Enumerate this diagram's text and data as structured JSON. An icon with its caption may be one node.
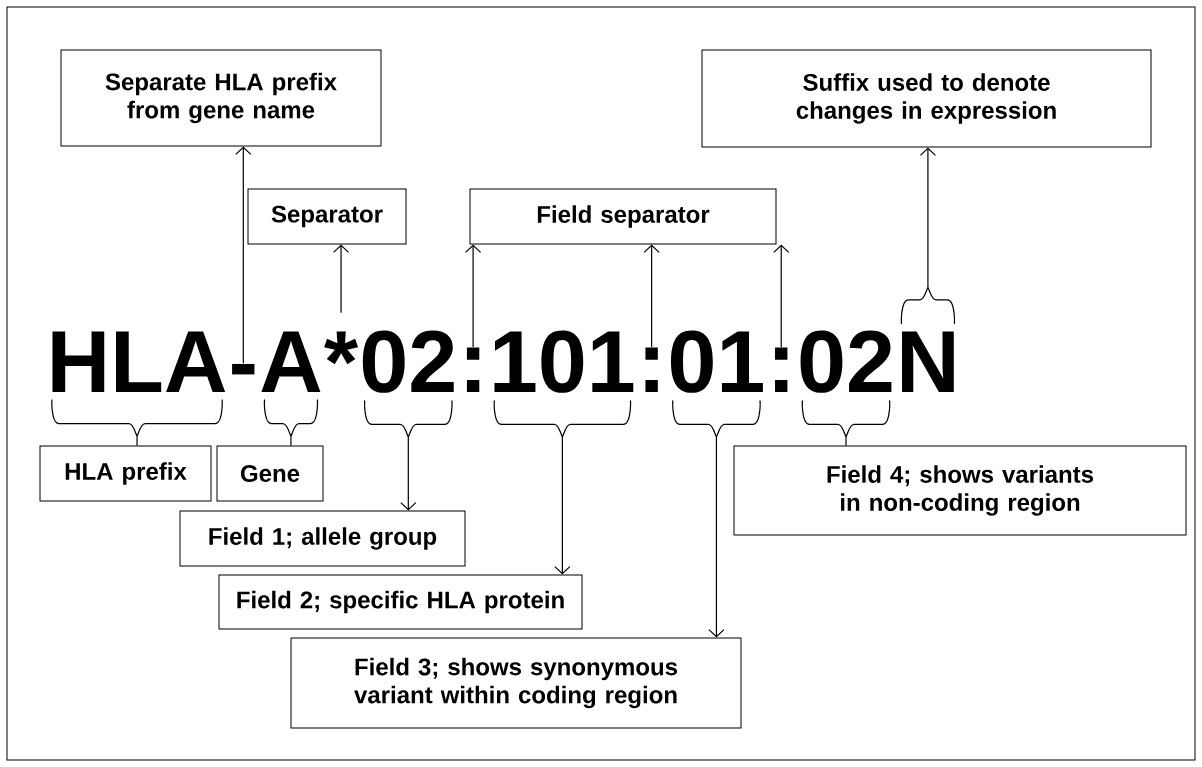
{
  "diagram": {
    "nodes": [
      {
        "text": [
          "Separate HLA prefix from gene name"
        ]
      },
      {
        "text": [
          "Suffix used to denote changes in expression"
        ]
      },
      {
        "text": [
          "Separator"
        ]
      },
      {
        "text": [
          "Field separator"
        ]
      },
      {
        "text": [
          "HLA"
        ]
      },
      {
        "text": [
          "-"
        ]
      },
      {
        "text": [
          "A"
        ]
      },
      {
        "text": [
          "*"
        ]
      },
      {
        "text": [
          "02"
        ]
      },
      {
        "text": [
          ":"
        ]
      },
      {
        "text": [
          "101"
        ]
      },
      {
        "text": [
          ":"
        ]
      },
      {
        "text": [
          "01"
        ]
      },
      {
        "text": [
          ":"
        ]
      },
      {
        "text": [
          "02"
        ]
      },
      {
        "text": [
          "N"
        ]
      },
      {
        "text": [
          "HLA prefix"
        ]
      },
      {
        "text": [
          "Gene"
        ]
      },
      {
        "text": [
          "Field 4; shows variants in non-coding region"
        ]
      },
      {
        "text": [
          "Field 1; allele group"
        ]
      },
      {
        "text": [
          "Field 2; specific HLA protein"
        ]
      },
      {
        "text": [
          "Field 3; shows synonymous variant within coding region"
        ]
      }
    ],
    "edges": [
      {
        "from": 5,
        "to": 0,
        "arrow": "to"
      },
      {
        "from": 7,
        "to": 2,
        "arrow": "to"
      },
      {
        "from": 9,
        "to": 3,
        "arrow": "to"
      },
      {
        "from": 11,
        "to": 3,
        "arrow": "to"
      },
      {
        "from": 13,
        "to": 3,
        "arrow": "to"
      },
      {
        "from": 15,
        "to": 1,
        "arrow": "to"
      },
      {
        "from": 4,
        "to": 16,
        "arrow": "none"
      },
      {
        "from": 6,
        "to": 17,
        "arrow": "none"
      },
      {
        "from": 8,
        "to": 19,
        "arrow": "to"
      },
      {
        "from": 10,
        "to": 20,
        "arrow": "to"
      },
      {
        "from": 12,
        "to": 21,
        "arrow": "to"
      },
      {
        "from": 14,
        "to": 18,
        "arrow": "none"
      }
    ]
  }
}
